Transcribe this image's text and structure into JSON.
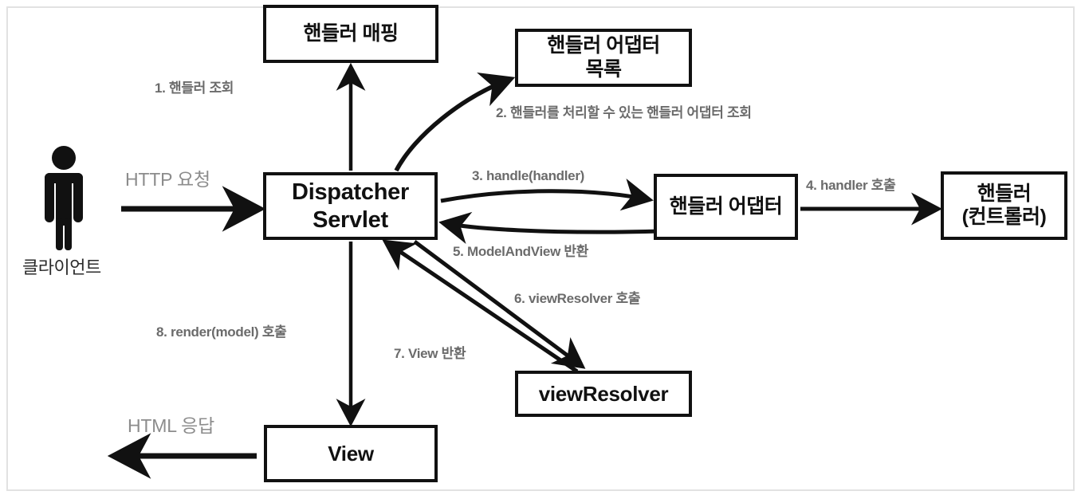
{
  "diagram": {
    "title": "Spring MVC DispatcherServlet flow",
    "accent_color": "#111111",
    "label_color": "#6b6b6b",
    "frame_color": "#e2e2e2",
    "boxes": {
      "handler_mapping": "핸들러 매핑",
      "handler_adapter_list": "핸들러 어댑터\n목록",
      "dispatcher_servlet": "Dispatcher\nServlet",
      "handler_adapter": "핸들러 어댑터",
      "handler_controller": "핸들러\n(컨트롤러)",
      "view_resolver": "viewResolver",
      "view": "View"
    },
    "actor": {
      "icon": "person-icon",
      "label": "클라이언트"
    },
    "edge_labels": {
      "http_request": "HTTP 요청",
      "html_response": "HTML 응답"
    },
    "steps": [
      {
        "n": "1",
        "text": "1. 핸들러 조회"
      },
      {
        "n": "2",
        "text": "2. 핸들러를 처리할 수 있는 핸들러 어댑터 조회"
      },
      {
        "n": "3",
        "text": "3. handle(handler)"
      },
      {
        "n": "4",
        "text": "4. handler 호출"
      },
      {
        "n": "5",
        "text": "5. ModelAndView 반환"
      },
      {
        "n": "6",
        "text": "6. viewResolver 호출"
      },
      {
        "n": "7",
        "text": "7. View 반환"
      },
      {
        "n": "8",
        "text": "8. render(model) 호출"
      }
    ]
  }
}
